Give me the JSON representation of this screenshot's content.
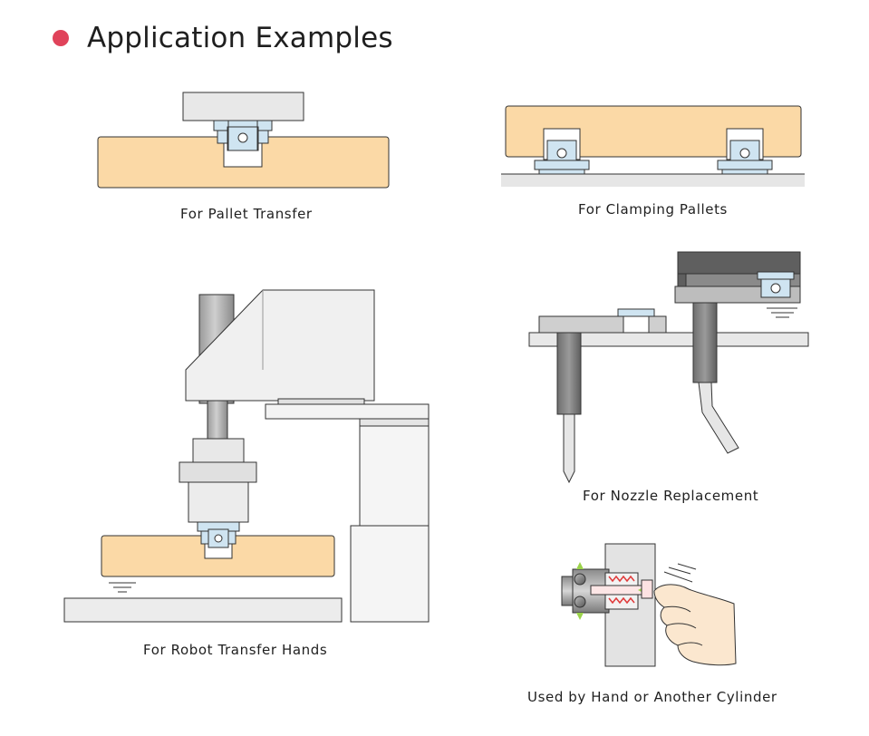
{
  "title": "Application Examples",
  "colors": {
    "accent_dot": "#e0435a",
    "pallet": "#fbd9a6",
    "clamp_blue": "#cfe4f1",
    "gray_light": "#e6e6e6",
    "gray_mid": "#cfcfcf",
    "gray_dark": "#8e8e8e",
    "finger_skin": "#fbe7cf",
    "spring_red": "#e03a3a",
    "arrow_green": "#9bd34a"
  },
  "captions": {
    "pallet_transfer": "For Pallet Transfer",
    "clamping_pallets": "For Clamping Pallets",
    "robot_transfer": "For Robot Transfer Hands",
    "nozzle_replacement": "For Nozzle Replacement",
    "hand_or_cylinder": "Used by Hand or Another Cylinder"
  }
}
